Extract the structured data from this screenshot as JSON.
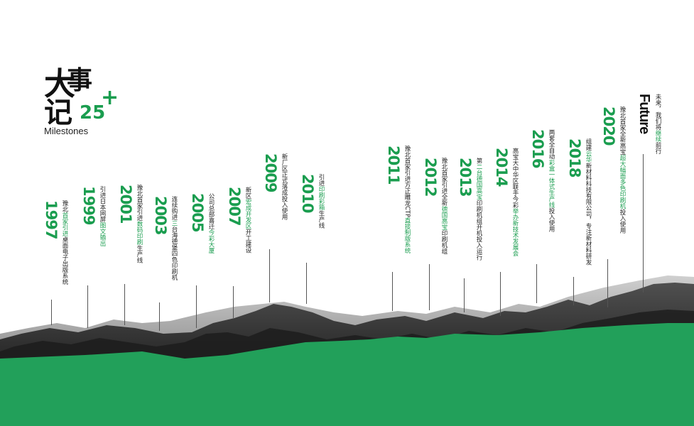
{
  "title": {
    "line1a": "大",
    "line1b": "事",
    "line2": "记",
    "number": "25",
    "plus": "+",
    "subtitle": "Milestones"
  },
  "colors": {
    "accent": "#1a9d4f",
    "ground": "#22a05a",
    "text": "#222222"
  },
  "milestones": [
    {
      "year": "1997",
      "pre": "豫北",
      "hl": "首家引进",
      "post": "桌面电子出版系统"
    },
    {
      "year": "1999",
      "pre": "引进日本网屏",
      "hl": "图文输出",
      "post": ""
    },
    {
      "year": "2001",
      "pre": "豫北首家引进",
      "hl": "数码印刷",
      "post": "生产线"
    },
    {
      "year": "2003",
      "pre": "连续购进",
      "hl": "三",
      "post": "台海德堡四色印刷机"
    },
    {
      "year": "2005",
      "pre": "公司总部喜迁",
      "hl": "今彩大厦",
      "post": ""
    },
    {
      "year": "2007",
      "pre": "新区",
      "hl": "宏成开发区",
      "post": "开工建设"
    },
    {
      "year": "2009",
      "pre": "新厂区正式落成投入使用",
      "hl": "",
      "post": ""
    },
    {
      "year": "2010",
      "pre": "引进",
      "hl": "印刷彩箱",
      "post": "生产线"
    },
    {
      "year": "2011",
      "pre": "豫北首家引进方正雕龙CTP",
      "hl": "直接制版系统",
      "post": ""
    },
    {
      "year": "2012",
      "pre": "豫北首家引进全新",
      "hl": "德国高宝",
      "post": "印刷机组"
    },
    {
      "year": "2013",
      "pre": "第",
      "hl": "二台德国高宝",
      "post": "印刷机组开机投入运行"
    },
    {
      "year": "2014",
      "pre": "高宝大中华区联手今彩",
      "hl": "举办新技术发展会",
      "post": ""
    },
    {
      "year": "2016",
      "pre": "两套全自动",
      "hl": "彩盒一体式生产线",
      "post": "投入使用"
    },
    {
      "year": "2018",
      "pre": "组建",
      "hl": "云华",
      "post": "新材料科技有限公司，专注新材料研发"
    },
    {
      "year": "2020",
      "pre": "豫北首家全新高宝",
      "hl": "超大幅面多色印刷机",
      "post": "投入使用"
    },
    {
      "year": "Future",
      "pre": "未来，我们将",
      "hl": "继续",
      "post": "前行"
    }
  ]
}
